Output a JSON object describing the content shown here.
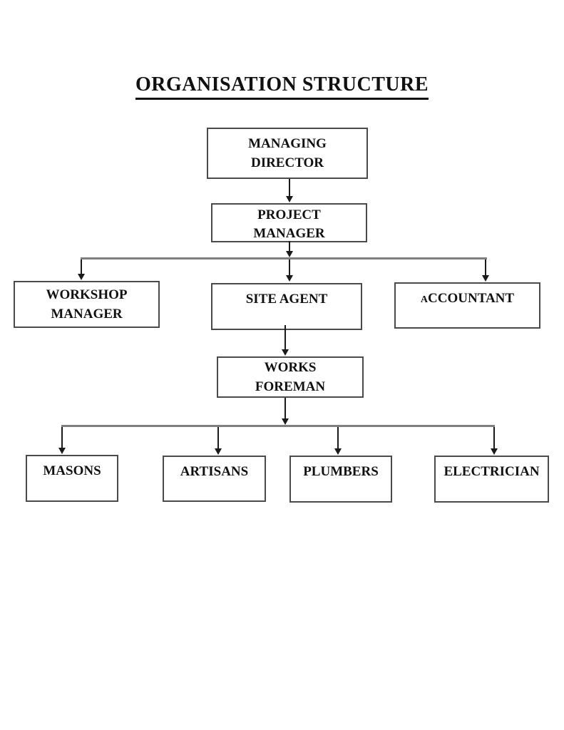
{
  "title": "ORGANISATION STRUCTURE",
  "nodes": {
    "managing_director": {
      "line1": "MANAGING",
      "line2": "DIRECTOR"
    },
    "project_manager": {
      "line1": "PROJECT",
      "line2": "MANAGER"
    },
    "workshop_manager": {
      "line1": "WORKSHOP",
      "line2": "MANAGER"
    },
    "site_agent": {
      "label": "SITE AGENT"
    },
    "accountant": {
      "label_first": "A",
      "label_rest": "CCOUNTANT"
    },
    "works_foreman": {
      "line1": "WORKS",
      "line2": "FOREMAN"
    },
    "masons": {
      "label": "MASONS"
    },
    "artisans": {
      "label": "ARTISANS"
    },
    "plumbers": {
      "label": "PLUMBERS"
    },
    "electrician": {
      "label": "ELECTRICIAN"
    }
  },
  "hierarchy": [
    {
      "from": "MANAGING DIRECTOR",
      "to": [
        "PROJECT MANAGER"
      ]
    },
    {
      "from": "PROJECT MANAGER",
      "to": [
        "WORKSHOP MANAGER",
        "SITE AGENT",
        "ACCOUNTANT"
      ]
    },
    {
      "from": "SITE AGENT",
      "to": [
        "WORKS FOREMAN"
      ]
    },
    {
      "from": "WORKS FOREMAN",
      "to": [
        "MASONS",
        "ARTISANS",
        "PLUMBERS",
        "ELECTRICIAN"
      ]
    }
  ],
  "colors": {
    "background": "#ffffff",
    "box_border": "#4a4a4a",
    "connector_gray": "#7f7f7f",
    "arrow_black": "#1a1a1a",
    "text": "#111111"
  }
}
